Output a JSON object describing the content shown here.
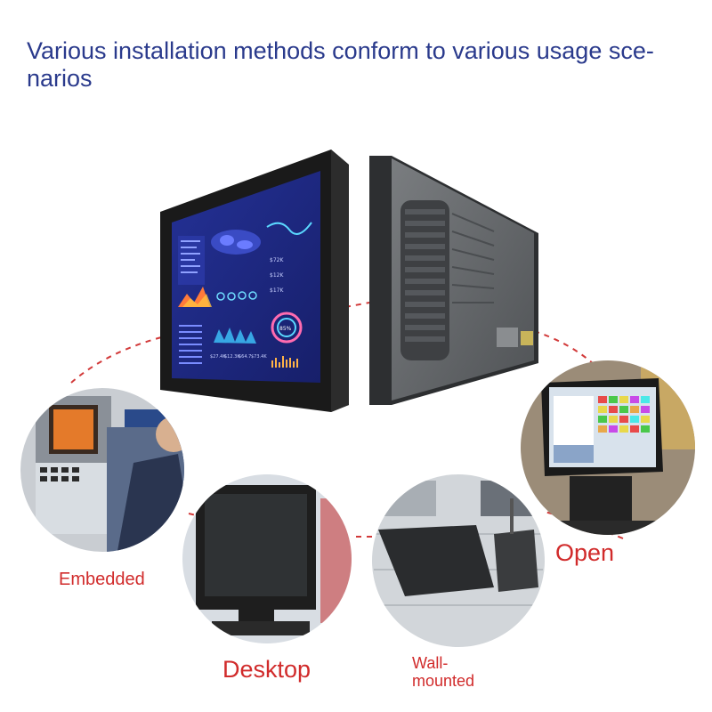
{
  "headline": "Various installation methods conform to various usage sce- narios",
  "headline_line1": "Various installation methods conform to various usage sce-",
  "headline_line2": "narios",
  "labels": {
    "embedded": "Embedded",
    "desktop": "Desktop",
    "wall_line1": "Wall-",
    "wall_line2": "mounted",
    "open": "Open"
  },
  "screen_ui": {
    "stats": [
      "$72K",
      "$12K",
      "$17K"
    ],
    "bottom_stats": [
      "$27.4K",
      "$12.3K",
      "$64.7",
      "$73.4K"
    ],
    "gauge_value": "85%"
  },
  "colors": {
    "headline": "#2a3a8c",
    "label": "#d12b2b",
    "dashed_line": "#d23a3a",
    "bezel": "#1a1a1a",
    "screen": "#1e2a8a"
  }
}
